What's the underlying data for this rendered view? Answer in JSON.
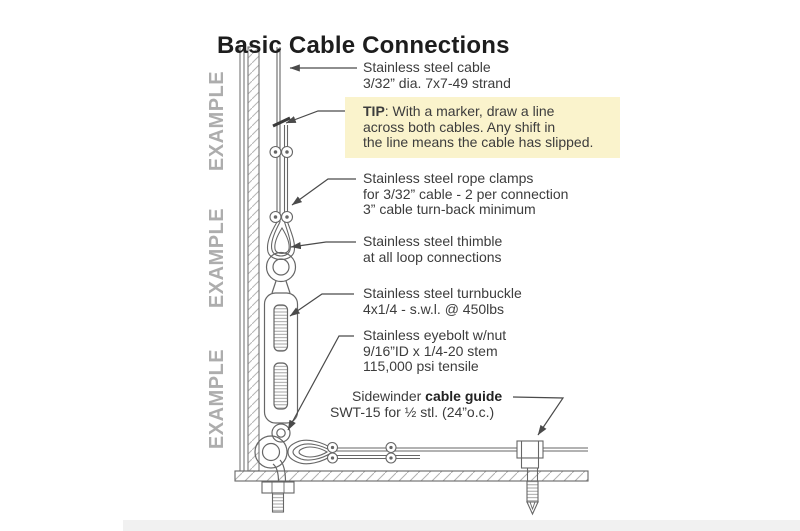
{
  "title": "Basic Cable Connections",
  "watermark": {
    "items": [
      "EXAMPLE",
      "EXAMPLE",
      "EXAMPLE"
    ]
  },
  "labels": {
    "cable": {
      "line1": "Stainless steel cable",
      "line2": "3/32” dia. 7x7-49 strand"
    },
    "clamps": {
      "line1": "Stainless steel rope clamps",
      "line2": "for 3/32” cable - 2 per connection",
      "line3": "3” cable turn-back minimum"
    },
    "thimble": {
      "line1": "Stainless steel thimble",
      "line2": "at all loop connections"
    },
    "turnbuckle": {
      "line1": "Stainless steel turnbuckle",
      "line2": "4x1/4 - s.w.l. @ 450lbs"
    },
    "eyebolt": {
      "line1": "Stainless eyebolt w/nut",
      "line2": "9/16”ID x 1/4-20 stem",
      "line3": "115,000 psi tensile"
    },
    "guide": {
      "line1_pre": "Sidewinder ",
      "line1_bold": "cable guide",
      "line2": "SWT-15 for ½ stl. (24”o.c.)"
    }
  },
  "tip": {
    "bold": "TIP",
    "line1_rest": ": With a marker, draw a line",
    "line2": "across both cables. Any shift in",
    "line3": "the line means the cable has slipped."
  },
  "colors": {
    "tip_background": "#faf3cc",
    "watermark_gray": "#adadad",
    "line_art_gray": "#666666",
    "title_black": "#1d1d1d"
  }
}
